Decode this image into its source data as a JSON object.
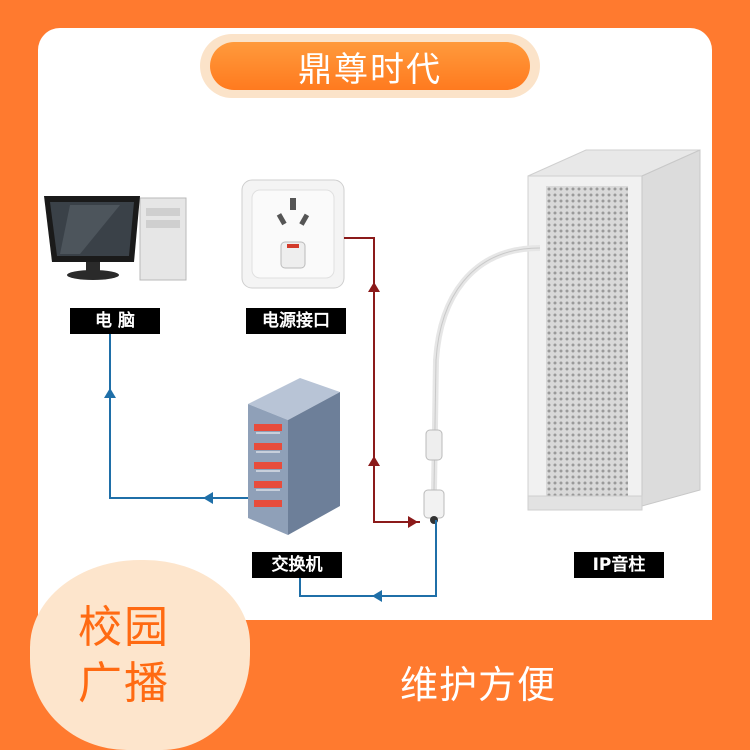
{
  "title": "鼎尊时代",
  "labels": {
    "computer": "电  脑",
    "power": "电源接口",
    "switch": "交换机",
    "speaker": "IP音柱"
  },
  "badge": {
    "line1": "校园",
    "line2": "广播"
  },
  "feature": "维护方便",
  "colors": {
    "accent": "#ff7a2f",
    "network_line": "#1f6fa8",
    "power_line": "#8b1a1a"
  },
  "icons": [
    "computer-icon",
    "power-socket-icon",
    "network-switch-icon",
    "ip-column-speaker-icon"
  ]
}
